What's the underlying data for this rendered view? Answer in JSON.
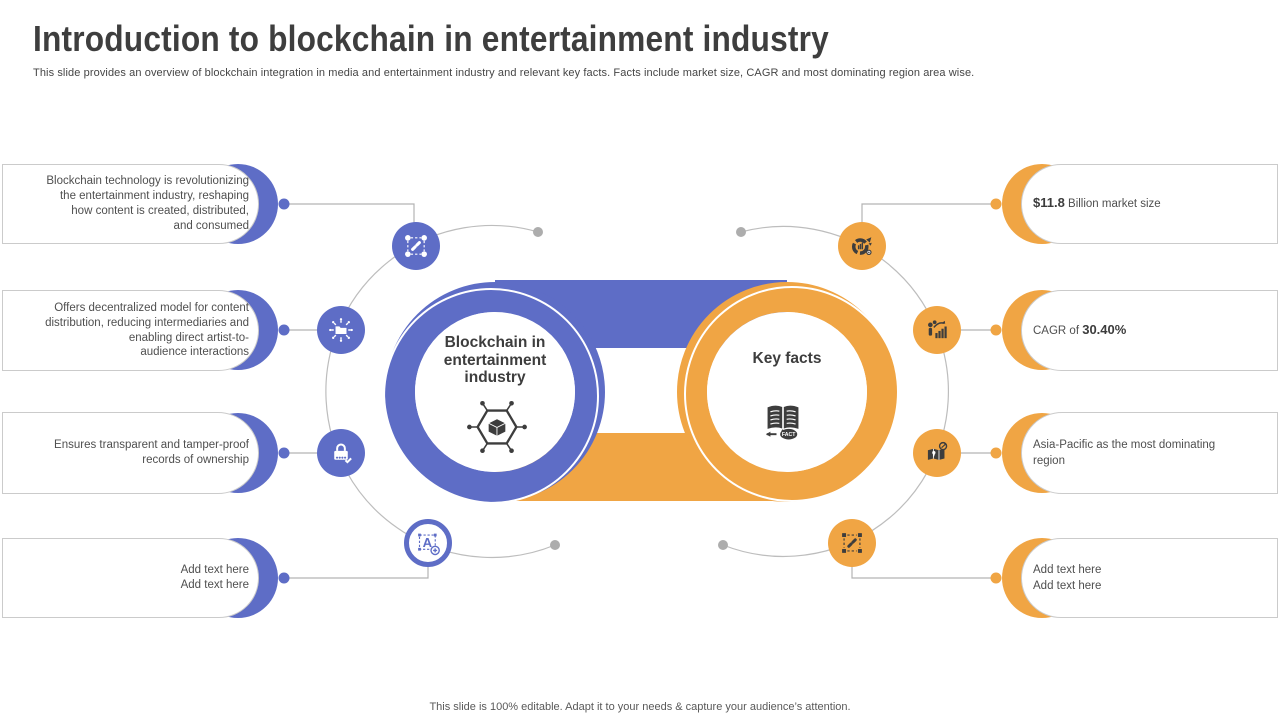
{
  "slide": {
    "title": "Introduction to blockchain in entertainment industry",
    "subtitle": "This slide provides an overview of blockchain integration in media and entertainment industry and relevant key facts. Facts include market size, CAGR and most dominating region area wise.",
    "footer": "This slide is 100% editable. Adapt it to your needs & capture your audience’s attention."
  },
  "center": {
    "left_circle_label": "Blockchain in entertainment industry",
    "left_circle_icon": "blockchain-cube-icon",
    "right_circle_label": "Key facts",
    "right_circle_icon": "fact-book-icon",
    "fact_badge": "FACT"
  },
  "left_items": [
    {
      "text": "Blockchain technology is revolutionizing\nthe entertainment industry, reshaping\nhow content is created, distributed,\nand consumed",
      "icon": "blockchain-network-icon"
    },
    {
      "text": "Offers decentralized model for content\ndistribution, reducing intermediaries and\nenabling direct artist-to-\naudience interactions",
      "icon": "decentralized-distribution-icon"
    },
    {
      "text": "Ensures transparent and tamper-proof\nrecords of ownership",
      "icon": "ownership-lock-icon"
    },
    {
      "text": "Add text here\nAdd text here",
      "icon": "add-text-icon"
    }
  ],
  "right_items": [
    {
      "text_before": "",
      "strong": "$11.8",
      "text_after": " Billion market size",
      "icon": "market-size-icon"
    },
    {
      "text_before": "CAGR of ",
      "strong": "30.40%",
      "text_after": "",
      "icon": "cagr-growth-icon"
    },
    {
      "text_before": "Asia-Pacific as the most dominating\nregion",
      "strong": "",
      "text_after": "",
      "icon": "dominating-region-icon"
    },
    {
      "text_before": "Add text here\nAdd text here",
      "strong": "",
      "text_after": "",
      "icon": "network-nodes-icon"
    }
  ],
  "colors": {
    "blue": "#5E6DC6",
    "orange": "#F0A544",
    "dark": "#3D3D3D",
    "line": "#B5B5B5"
  }
}
